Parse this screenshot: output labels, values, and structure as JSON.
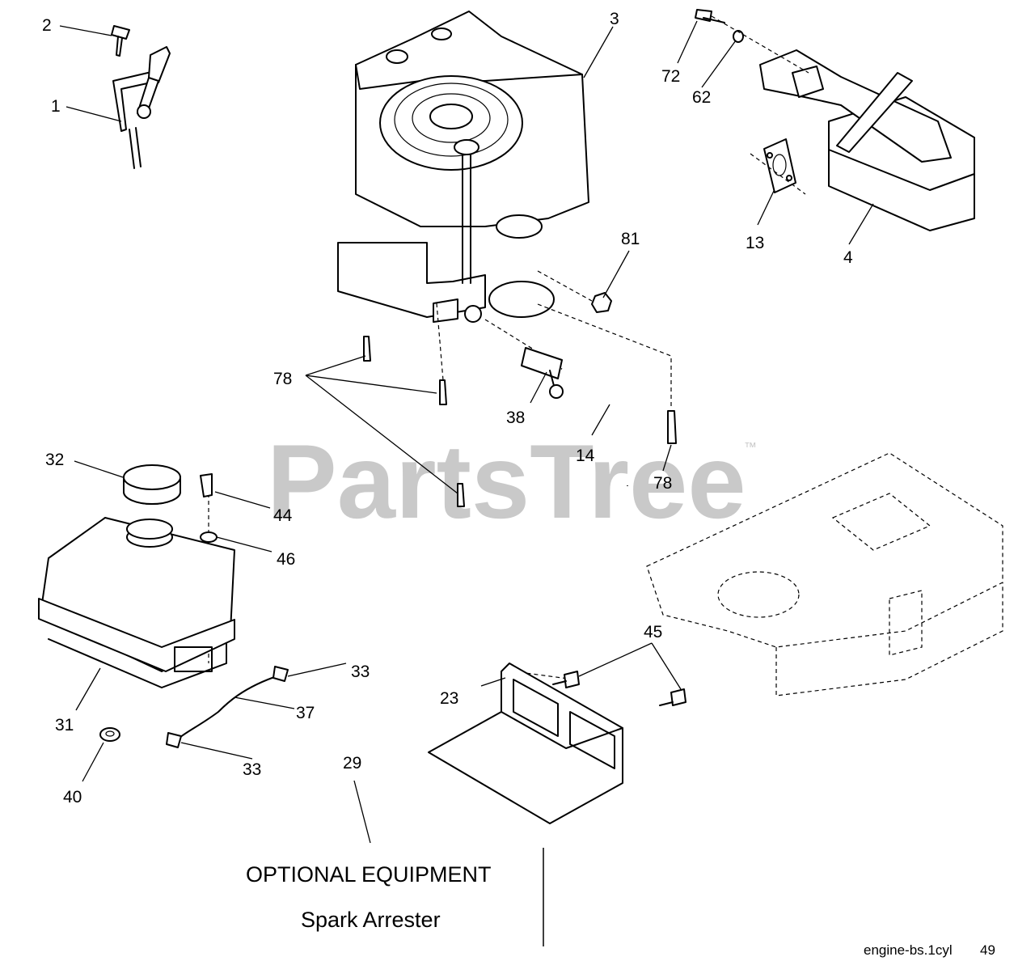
{
  "watermark": {
    "text": "PartsTree",
    "trademark": "™"
  },
  "callouts": {
    "c1": "1",
    "c2": "2",
    "c3": "3",
    "c4": "4",
    "c13": "13",
    "c14": "14",
    "c23": "23",
    "c29": "29",
    "c31": "31",
    "c32": "32",
    "c33a": "33",
    "c33b": "33",
    "c37": "37",
    "c38": "38",
    "c40": "40",
    "c44": "44",
    "c45": "45",
    "c46": "46",
    "c62": "62",
    "c72": "72",
    "c78a": "78",
    "c78b": "78",
    "c81": "81"
  },
  "caption": {
    "line1": "OPTIONAL EQUIPMENT",
    "line2": "Spark Arrester"
  },
  "footer": {
    "code": "engine-bs.1cyl",
    "page": "49"
  }
}
